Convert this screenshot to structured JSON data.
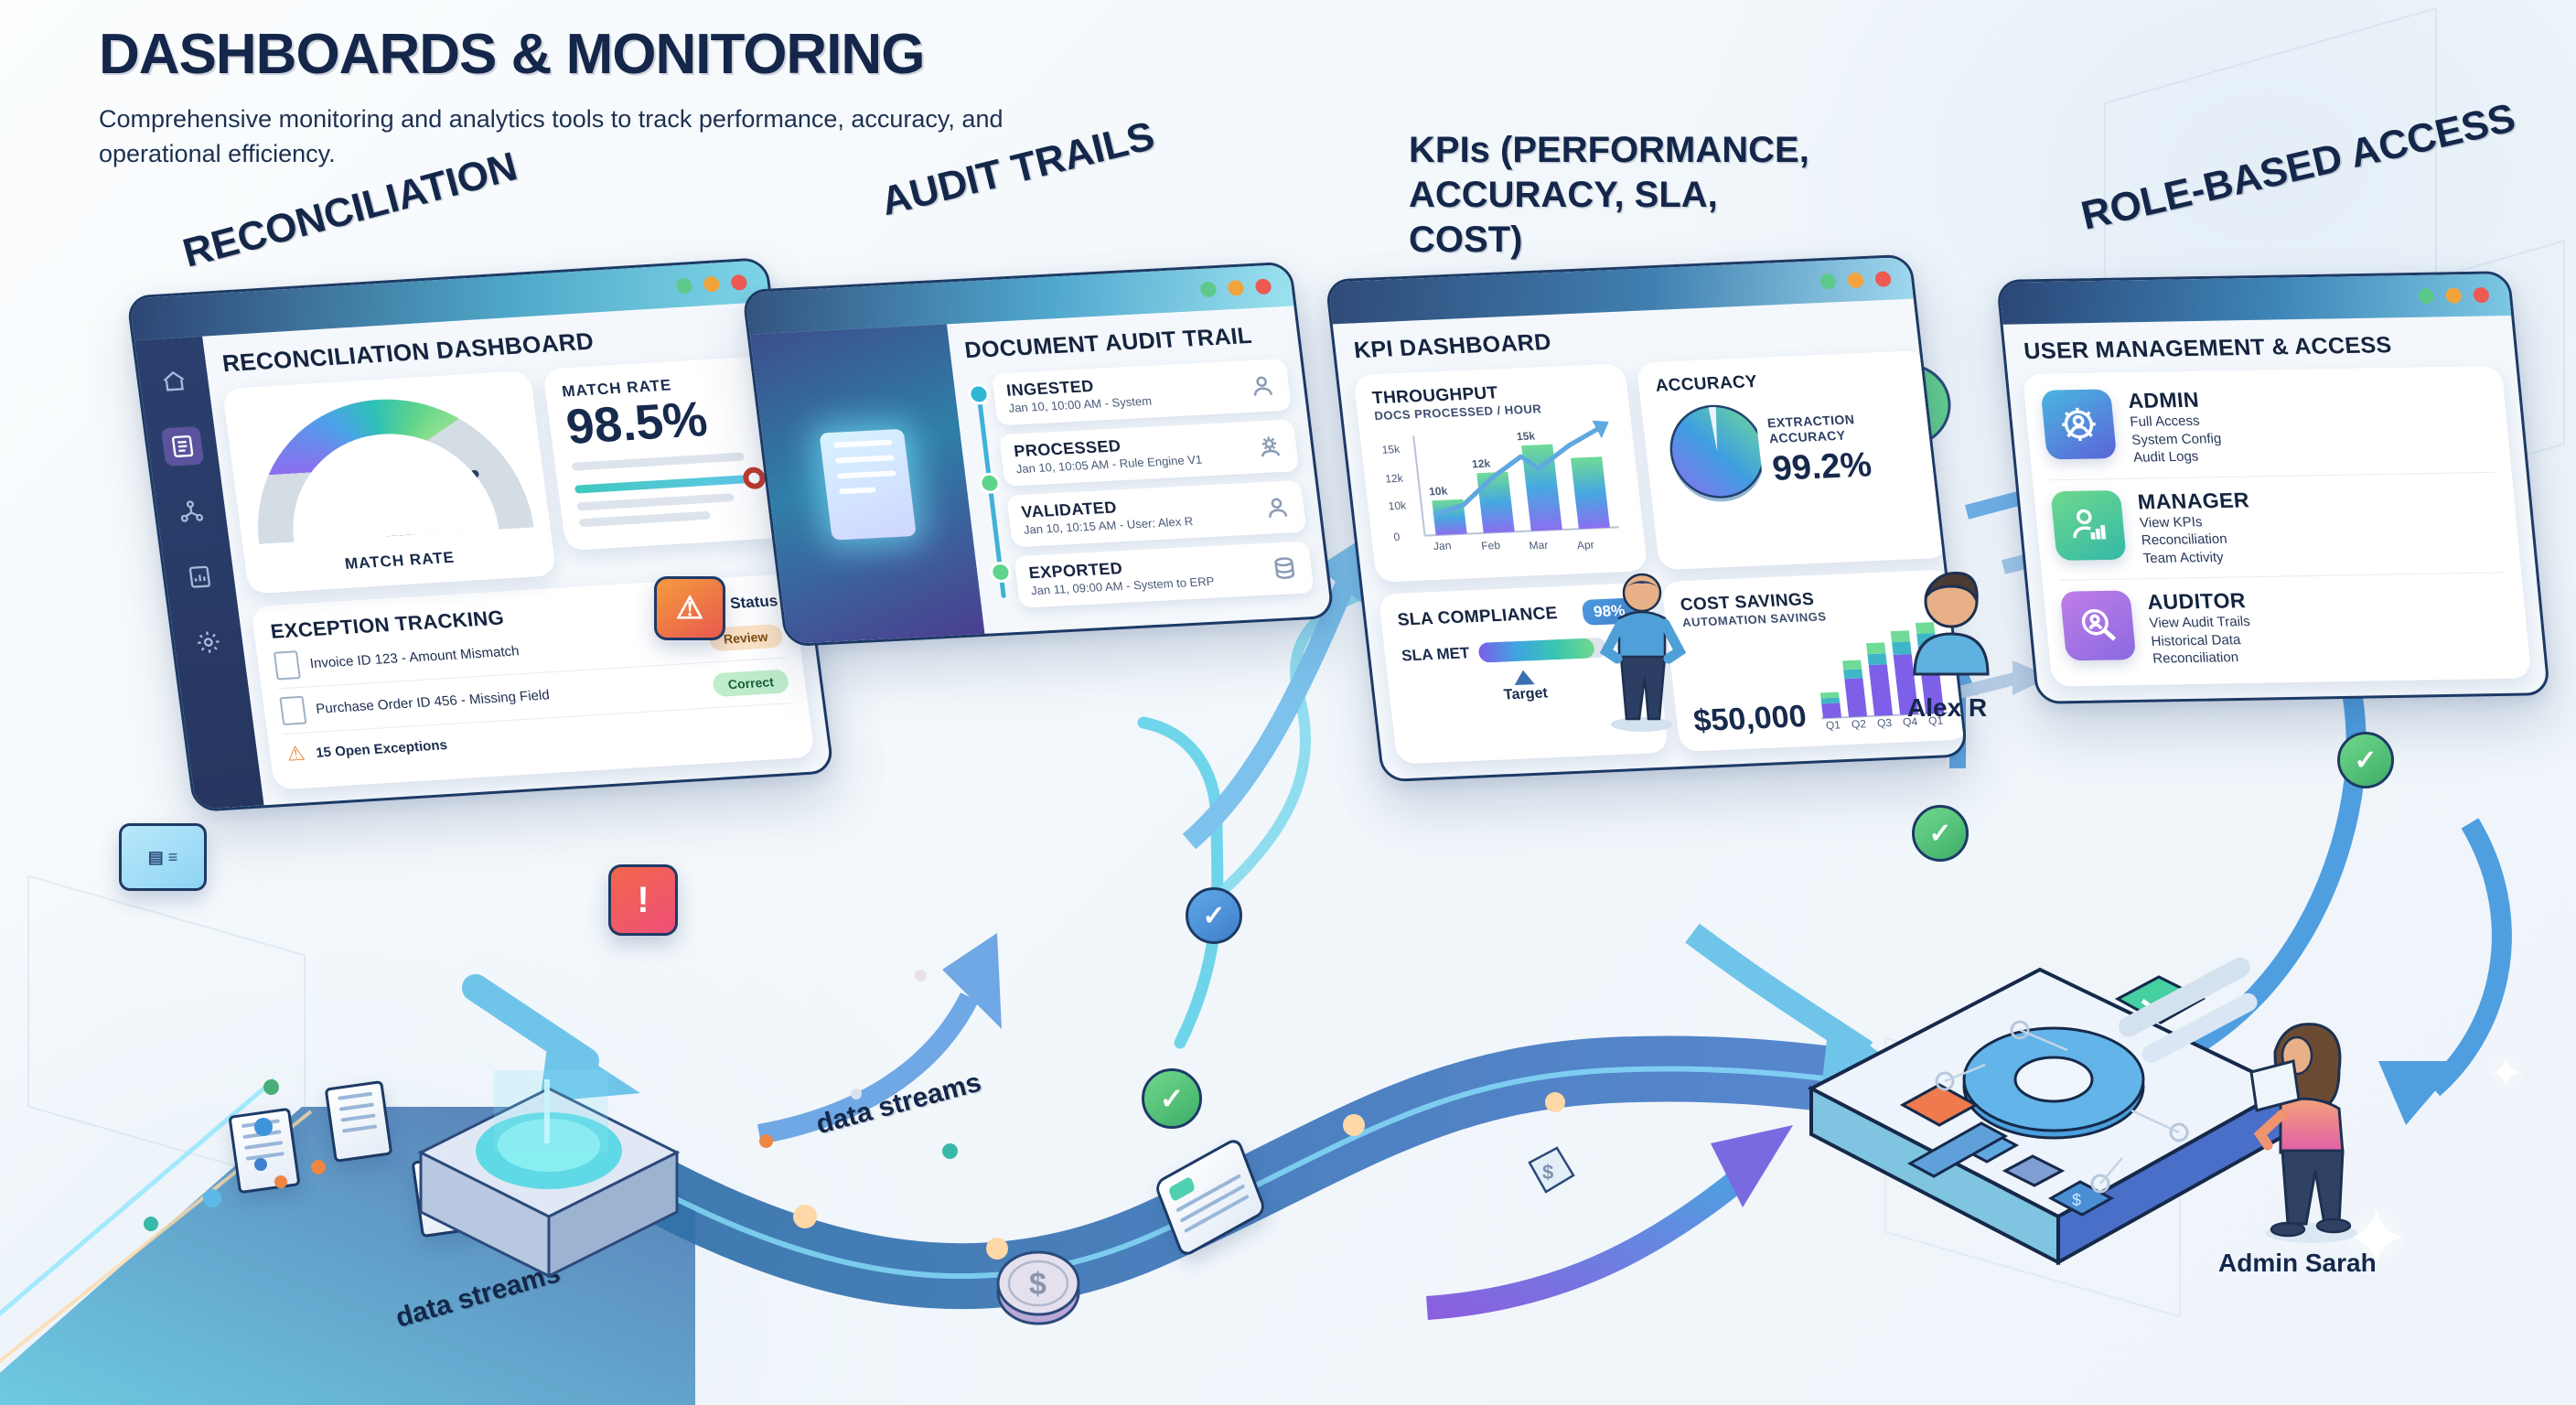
{
  "header": {
    "title": "DASHBOARDS & MONITORING",
    "subtitle": "Comprehensive monitoring and analytics tools to track performance, accuracy, and operational efficiency."
  },
  "theme": {
    "title_color": "#14274a",
    "accent_blue": "#3f8fd0",
    "accent_green": "#5fd48c",
    "accent_purple": "#8b6ff0",
    "background": "#f2f7fb"
  },
  "panels": [
    {
      "id": "reconciliation",
      "overhead_label": "RECONCILIATION",
      "screen_title": "RECONCILIATION DASHBOARD",
      "window_dots": [
        "green",
        "orange",
        "red"
      ],
      "sidebar_icons": [
        "home-icon",
        "document-icon",
        "network-icon",
        "report-icon",
        "settings-icon"
      ],
      "sidebar_active_index": 1,
      "gauge": {
        "label": "MATCH RATE",
        "value": 98.5
      },
      "match_rate_card": {
        "label": "MATCH RATE",
        "value": "98.5%"
      },
      "exception_tracking": {
        "heading": "EXCEPTION TRACKING",
        "status_header": "Status",
        "rows": [
          {
            "text": "Invoice ID 123 - Amount Mismatch",
            "status": "Review"
          },
          {
            "text": "Purchase Order ID 456 - Missing Field",
            "status": "Correct"
          }
        ],
        "footer": "15 Open Exceptions"
      }
    },
    {
      "id": "audit-trails",
      "overhead_label": "AUDIT TRAILS",
      "screen_title": "DOCUMENT AUDIT TRAIL",
      "window_dots": [
        "green",
        "orange",
        "red"
      ],
      "timeline": [
        {
          "event": "INGESTED",
          "meta": "Jan 10, 10:00 AM - System",
          "icon": "user-icon",
          "dot": "#2fb8d6"
        },
        {
          "event": "PROCESSED",
          "meta": "Jan 10, 10:05 AM - Rule Engine V1",
          "icon": "gear-user-icon",
          "dot": "#5fd48c"
        },
        {
          "event": "VALIDATED",
          "meta": "Jan 10, 10:15 AM - User: Alex R",
          "icon": "user-icon",
          "dot": "#5fd48c"
        },
        {
          "event": "EXPORTED",
          "meta": "Jan 11, 09:00 AM - System to ERP",
          "icon": "database-icon",
          "dot": "#3f9fe0"
        }
      ]
    },
    {
      "id": "kpi-dashboard",
      "overhead_label": "KPIs (PERFORMANCE, ACCURACY, SLA, COST)",
      "screen_title": "KPI DASHBOARD",
      "window_dots": [
        "green",
        "orange",
        "red"
      ],
      "cards": {
        "throughput": {
          "title": "THROUGHPUT",
          "subtitle": "DOCS PROCESSED / HOUR"
        },
        "accuracy": {
          "title": "ACCURACY",
          "metric_label": "EXTRACTION ACCURACY",
          "value": "99.2%"
        },
        "sla": {
          "title": "SLA COMPLIANCE",
          "bar_label": "SLA MET",
          "value": "98%",
          "target_label": "Target"
        },
        "cost": {
          "title": "COST SAVINGS",
          "subtitle": "AUTOMATION SAVINGS",
          "value": "$50,000"
        }
      }
    },
    {
      "id": "role-based-access",
      "overhead_label": "ROLE-BASED ACCESS",
      "screen_title": "USER MANAGEMENT & ACCESS",
      "window_dots": [
        "green",
        "orange",
        "red"
      ],
      "roles": [
        {
          "name": "ADMIN",
          "icon": "gear-user-icon",
          "permissions": [
            "Full Access",
            "System Config",
            "Audit Logs"
          ]
        },
        {
          "name": "MANAGER",
          "icon": "user-chart-icon",
          "permissions": [
            "View KPIs",
            "Reconciliation",
            "Team Activity"
          ]
        },
        {
          "name": "AUDITOR",
          "icon": "magnifier-user-icon",
          "permissions": [
            "View Audit Trails",
            "Historical Data",
            "Reconciliation"
          ]
        }
      ]
    }
  ],
  "chart_data": [
    {
      "type": "bar",
      "title": "THROUGHPUT",
      "subtitle": "DOCS PROCESSED / HOUR",
      "xlabel": "",
      "ylabel": "",
      "categories": [
        "Jan",
        "Feb",
        "Mar",
        "Apr"
      ],
      "values": [
        10,
        12,
        15,
        13
      ],
      "value_labels": [
        "10k",
        "12k",
        "15k",
        ""
      ],
      "ytick_labels": [
        "0",
        "10k",
        "12k",
        "15k"
      ],
      "ylim": [
        0,
        17
      ],
      "grid": false,
      "overlay_series": {
        "name": "trend",
        "type": "line",
        "values": [
          9.5,
          11,
          14.5,
          12.5,
          16.5
        ]
      }
    },
    {
      "type": "pie",
      "title": "ACCURACY",
      "metric_label": "EXTRACTION ACCURACY",
      "labels": [
        "Accurate",
        "Error"
      ],
      "values": [
        99.2,
        0.8
      ],
      "value_text": "99.2%"
    },
    {
      "type": "bar",
      "title": "SLA COMPLIANCE",
      "categories": [
        "SLA MET"
      ],
      "values": [
        98
      ],
      "value_text": "98%",
      "ylim": [
        0,
        100
      ],
      "annotations": [
        "Target"
      ]
    },
    {
      "type": "bar",
      "title": "COST SAVINGS",
      "subtitle": "AUTOMATION SAVINGS",
      "categories": [
        "Q1",
        "Q2",
        "Q3",
        "Q4",
        "Q1"
      ],
      "values": [
        18,
        40,
        58,
        76,
        96
      ],
      "ylim": [
        0,
        100
      ],
      "value_text": "$50,000",
      "stacked": true
    }
  ],
  "flow": {
    "stream_labels": [
      "data streams",
      "data streams"
    ],
    "people": [
      {
        "name": "Alex R",
        "role_hint": "user-avatar"
      },
      {
        "name": "Admin Sarah",
        "role_hint": "person-with-tablet"
      }
    ]
  },
  "decorations": {
    "clock_icon": "clock-icon",
    "money_bubble_icon": "dollar-speech-icon",
    "coin_icon": "dollar-coin-icon",
    "alert_icons": [
      "warning-triangle-icon",
      "exclamation-icon"
    ],
    "check_icons": [
      "check-circle-icon",
      "check-circle-icon",
      "check-circle-icon",
      "check-circle-icon"
    ],
    "hub_icon": "isometric-hub-device"
  }
}
